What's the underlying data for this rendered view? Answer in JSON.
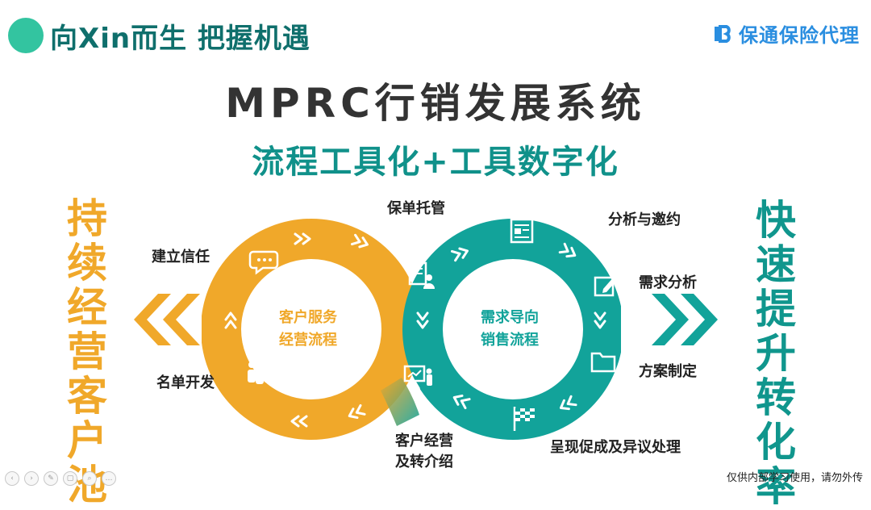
{
  "header": {
    "title": "向Xin而生 把握机遇",
    "brand": "保通保险代理",
    "accent": "#33c4a0"
  },
  "main_title": "MPRC行销发展系统",
  "subtitle": "流程工具化+工具数字化",
  "left_vertical": "持续经营客户池",
  "right_vertical": "快速提升转化率",
  "left_ring": {
    "line1": "客户服务",
    "line2": "经营流程",
    "color": "#f0a82a"
  },
  "right_ring": {
    "line1": "需求导向",
    "line2": "销售流程",
    "color": "#12a39a"
  },
  "steps": {
    "policy_custody": "保单托管",
    "build_trust": "建立信任",
    "list_development": "名单开发",
    "customer_referral_1": "客户经营",
    "customer_referral_2": "及转介绍",
    "analysis_invite": "分析与邀约",
    "needs_analysis": "需求分析",
    "plan_design": "方案制定",
    "present_close": "呈现促成及异议处理"
  },
  "icons": [
    "chat-bubble-icon",
    "document-person-icon",
    "presentation-icon",
    "people-group-icon",
    "newspaper-icon",
    "edit-icon",
    "folder-icon",
    "checkered-flag-icon"
  ],
  "footer": "仅供内部学习使用，请勿外传"
}
